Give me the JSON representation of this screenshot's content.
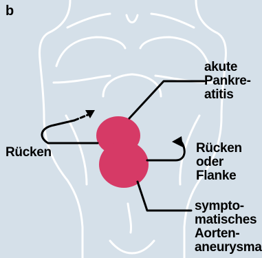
{
  "panel_letter": "b",
  "labels": {
    "ruecken_left": "Rücken",
    "pankreatitis": "akute\nPankre-\natitis",
    "ruecken_flanke": "Rücken\noder\nFlanke",
    "aorta": "sympto-\nmatisches\nAorten-\naneurysma"
  },
  "colors": {
    "background": "#d5e0e9",
    "body_outline": "#ffffff",
    "pain_region": "#d63a66",
    "pointer": "#000000"
  },
  "icons": [
    "torso-outline",
    "arrow-to-back-left",
    "arrow-to-back-right"
  ]
}
